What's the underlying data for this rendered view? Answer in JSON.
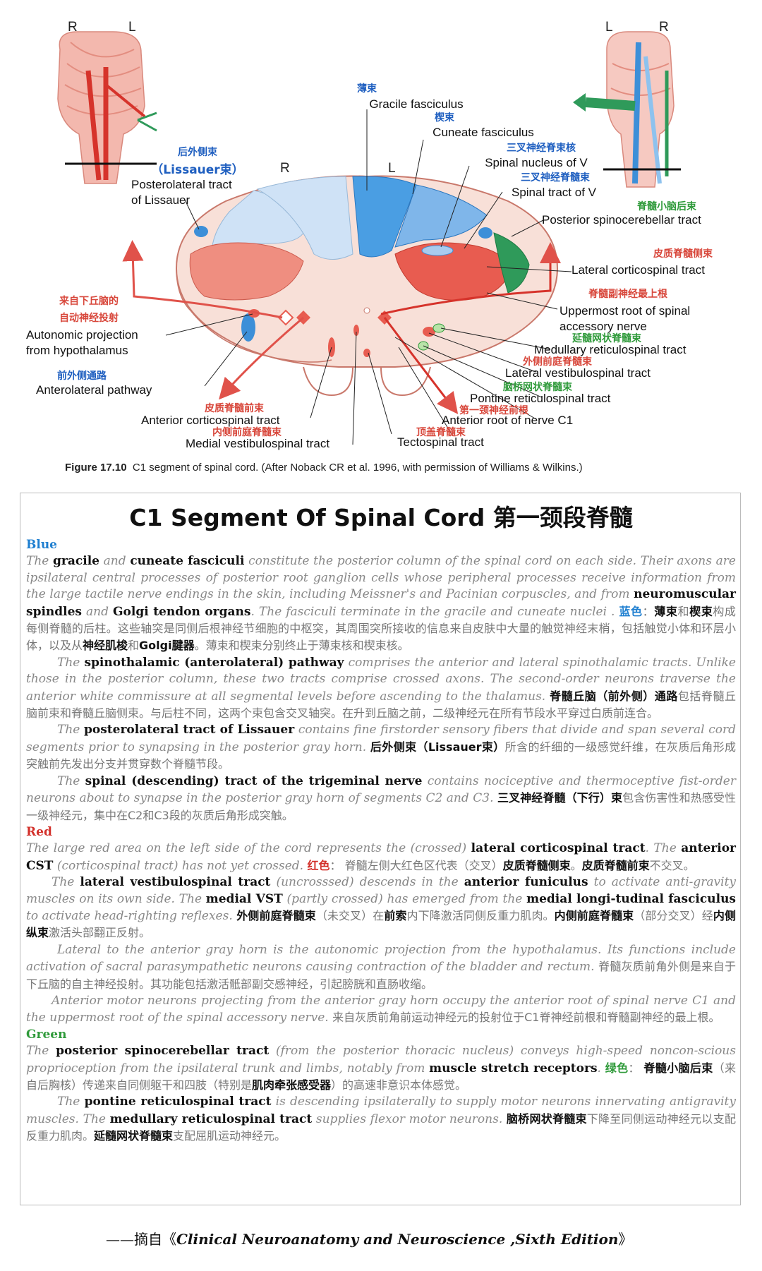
{
  "figure": {
    "tops": {
      "left_R": "R",
      "left_L": "L",
      "center_R": "R",
      "center_L": "L",
      "right_L": "L",
      "right_R": "R"
    },
    "labels": {
      "gracile_cn": "薄束",
      "gracile": "Gracile fasciculus",
      "cuneate_cn": "楔束",
      "cuneate": "Cuneate fasciculus",
      "spnucV_cn": "三叉神经脊束核",
      "spnucV": "Spinal nucleus of V",
      "sptractV_cn": "三叉神经脊髓束",
      "sptractV": "Spinal tract of V",
      "postspino_cn": "脊髓小脑后束",
      "postspino": "Posterior spinocerebellar tract",
      "latcort_cn": "皮质脊髓侧束",
      "latcort": "Lateral corticospinal tract",
      "accessory_cn": "脊髓副神经最上根",
      "accessory1": "Uppermost root of spinal",
      "accessory2": "accessory nerve",
      "medret_cn": "延髓网状脊髓束",
      "medret": "Medullary reticulospinal tract",
      "latvest_cn": "外侧前庭脊髓束",
      "latvest": "Lateral vestibulospinal tract",
      "ponret_cn": "脑桥网状脊髓束",
      "ponret": "Pontine reticulospinal tract",
      "c1_cn": "第一颈神经前根",
      "c1": "Anterior root of nerve C1",
      "tecto_cn": "顶盖脊髓束",
      "tecto": "Tectospinal tract",
      "medvest_cn": "内侧前庭脊髓束",
      "medvest": "Medial vestibulospinal tract",
      "antcort_cn": "皮质脊髓前束",
      "antcort": "Anterior corticospinal tract",
      "antlat_cn": "前外侧通路",
      "antlat": "Anterolateral pathway",
      "auto_cn1": "来自下丘脑的",
      "auto_cn2": "自动神经投射",
      "auto1": "Autonomic projection",
      "auto2": "from hypothalamus",
      "lissauer_cn1": "后外侧束",
      "lissauer_cn2": "（Lissauer束）",
      "lissauer1": "Posterolateral tract",
      "lissauer2": "of Lissauer"
    },
    "caption_bold": "Figure 17.10",
    "caption": "C1 segment of spinal cord. (After Noback CR et al. 1996, with permission of Williams & Wilkins.)",
    "colors": {
      "blue": "#3d8fd8",
      "red": "#e0524a",
      "green": "#2f9a5a",
      "pink": "#f7d6cf"
    }
  },
  "article": {
    "title": "C1 Segment Of Spinal Cord 第一颈段脊髓",
    "sec_blue": "Blue",
    "sec_red": "Red",
    "sec_green": "Green",
    "b1": {
      "e1": "The ",
      "k1": "gracile",
      "e2": " and ",
      "k2": "cuneate fasciculi",
      "e3": " constitute the posterior column of the spinal cord on each side. Their axons are ipsilateral central processes of posterior root ganglion cells whose peripheral processes receive information from the large tactile nerve endings in the skin, including Meissner's and Pacinian corpuscles, and from ",
      "k3": "neuromuscular spindles",
      "e4": " and ",
      "k4": "Golgi tendon organs",
      "e5": ". The fasciculi terminate in the gracile and cuneate nuclei . ",
      "z0": "蓝色",
      "z1": "：",
      "z2": "薄束",
      "z3": "和",
      "z4": "楔束",
      "z5": "构成每侧脊髓的后柱。这些轴突是同侧后根神经节细胞的中枢突，其周围突所接收的信息来自皮肤中大量的触觉神经末梢，包括触觉小体和环层小体，以及从",
      "z6": "神经肌梭",
      "z7": "和",
      "z8": "Golgi腱器",
      "z9": "。薄束和楔束分别终止于薄束核和楔束核。"
    },
    "b2": {
      "e1": "The ",
      "k1": "spinothalamic (anterolateral) pathway",
      "e2": " comprises the anterior and lateral spinothalamic tracts. Unlike those in the posterior column, these two tracts comprise crossed axons. The second-order neurons traverse the anterior white commissure at all segmental levels before ascending to the thalamus. ",
      "z1": "脊髓丘脑（前外侧）通路",
      "z2": "包括脊髓丘脑前束和脊髓丘脑侧束。与后柱不同，这两个束包含交叉轴突。在升到丘脑之前，二级神经元在所有节段水平穿过白质前连合。"
    },
    "b3": {
      "e1": "The ",
      "k1": "posterolateral tract of Lissauer",
      "e2": " contains fine firstorder sensory fibers that divide and span several cord segments prior to synapsing in the posterior gray horn. ",
      "z1": "后外侧束（Lissauer束）",
      "z2": "所含的纤细的一级感觉纤维，在灰质后角形成突触前先发出分支并贯穿数个脊髓节段。"
    },
    "b4": {
      "e1": "The ",
      "k1": "spinal (descending) tract of the trigeminal nerve",
      "e2": " contains nociceptive and thermoceptive fist-order neurons about to synapse in the posterior gray horn of segments C2 and C3. ",
      "z1": "三叉神经脊髓（下行）束",
      "z2": "包含伤害性和热感受性一级神经元，集中在C2和C3段的灰质后角形成突触。"
    },
    "r1": {
      "e1": "The large red area on the left side of the cord represents the (crossed) ",
      "k1": "lateral corticospinal tract",
      "e2": ". The ",
      "k2": "anterior CST",
      "e3": " (corticospinal tract)  has not yet crossed. ",
      "z0": "红色",
      "z1": "：  脊髓左侧大红色区代表（交叉）",
      "z2": "皮质脊髓侧束",
      "z3": "。",
      "z4": "皮质脊髓前束",
      "z5": "不交叉。"
    },
    "r2": {
      "e1": "The ",
      "k1": "lateral vestibulospinal tract",
      "e2": " (uncrosssed) descends in the ",
      "k2": "anterior funiculus",
      "e3": " to activate anti-gravity muscles on its own side. The ",
      "k3": "medial VST",
      "e4": " (partly crossed) has emerged from the ",
      "k4": "medial longi-tudinal fasciculus",
      "e5": " to activate head-righting reflexes. ",
      "z1": "外侧前庭脊髓束",
      "z2": "（未交叉）在",
      "z3": "前索",
      "z4": "内下降激活同侧反重力肌肉。",
      "z5": "内侧前庭脊髓束",
      "z6": "（部分交叉）经",
      "z7": "内侧纵束",
      "z8": "激活头部翻正反射。"
    },
    "r3": {
      "e1": "Lateral to the anterior gray horn is the autonomic projection from the hypothalamus. Its functions include activation of sacral parasympathetic neurons causing contraction of the bladder and rectum. ",
      "z1": "脊髓灰质前角外侧是来自于下丘脑的自主神经投射。其功能包括激活骶部副交感神经，引起膀胱和直肠收缩。"
    },
    "r4": {
      "e1": "Anterior motor neurons projecting from the anterior gray horn occupy the anterior root of spinal nerve C1 and the uppermost root of the spinal accessory nerve. ",
      "z1": "来自灰质前角前运动神经元的投射位于C1脊神经前根和脊髓副神经的最上根。"
    },
    "g1": {
      "e1": "The ",
      "k1": "posterior spinocerebellar tract",
      "e2": " (from the posterior thoracic nucleus) conveys high-speed noncon-scious proprioception from the ipsilateral trunk and limbs, notably from ",
      "k2": "muscle stretch receptors",
      "e3": ". ",
      "z0": "绿色",
      "z1": "：  ",
      "z2": "脊髓小脑后束",
      "z3": "（来自后胸核）传递来自同侧躯干和四肢（特别是",
      "z4": "肌肉牵张感受器",
      "z5": "）的高速非意识本体感觉。"
    },
    "g2": {
      "e1": "The ",
      "k1": "pontine reticulospinal tract",
      "e2": " is descending ipsilaterally to supply motor neurons innervating antigravity muscles. The ",
      "k2": "medullary reticulospinal tract",
      "e3": " supplies flexor motor neurons. ",
      "z1": "脑桥网状脊髓束",
      "z2": "下降至同侧运动神经元以支配反重力肌肉。",
      "z3": "延髓网状脊髓束",
      "z4": "支配屈肌运动神经元。"
    },
    "source_prefix": "——摘自《",
    "source_title": "Clinical Neuroanatomy and Neuroscience ,Sixth Edition",
    "source_suffix": "》"
  }
}
